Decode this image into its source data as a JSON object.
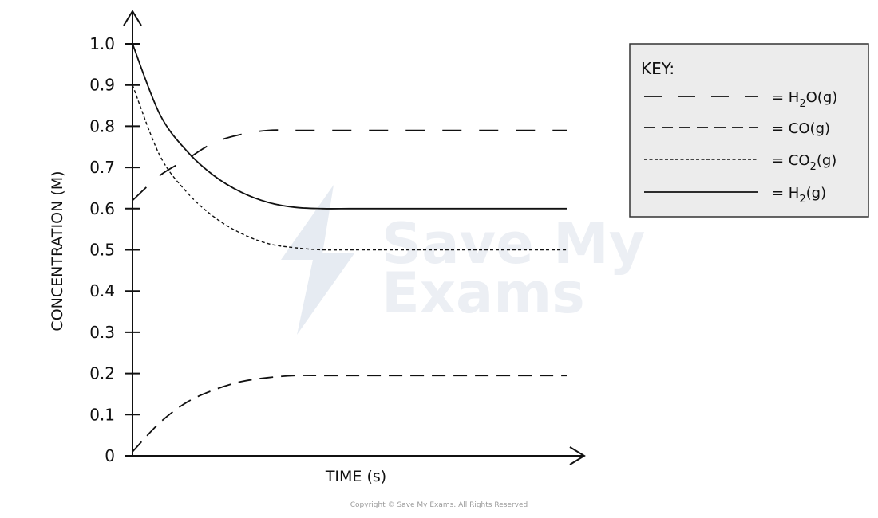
{
  "chart_data": {
    "type": "line",
    "title": "",
    "xlabel": "TIME (s)",
    "ylabel": "CONCENTRATION (M)",
    "ylim": [
      0,
      1.0
    ],
    "yticks": [
      "0",
      "0.1",
      "0.2",
      "0.3",
      "0.4",
      "0.5",
      "0.6",
      "0.7",
      "0.8",
      "0.9",
      "1.0"
    ],
    "grid": false,
    "legend": "top-right",
    "key_title": "KEY:",
    "x": [
      0,
      1,
      2,
      3,
      4,
      5,
      6,
      7,
      8,
      9,
      10,
      11,
      12,
      13,
      14,
      15,
      16
    ],
    "series": [
      {
        "key": "h2o",
        "label": "= H₂O(g)",
        "label_main": "= H",
        "label_sub": "2",
        "label_tail": "O(g)",
        "dash": "long",
        "values": [
          0.62,
          0.68,
          0.72,
          0.76,
          0.78,
          0.79,
          0.79,
          0.79,
          0.79,
          0.79,
          0.79,
          0.79,
          0.79,
          0.79,
          0.79,
          0.79,
          0.79
        ]
      },
      {
        "key": "co",
        "label": "= CO(g)",
        "label_main": "= CO(g)",
        "label_sub": "",
        "label_tail": "",
        "dash": "medium",
        "values": [
          0.01,
          0.08,
          0.13,
          0.16,
          0.18,
          0.19,
          0.195,
          0.195,
          0.195,
          0.195,
          0.195,
          0.195,
          0.195,
          0.195,
          0.195,
          0.195,
          0.195
        ]
      },
      {
        "key": "co2",
        "label": "= CO₂(g)",
        "label_main": "= CO",
        "label_sub": "2",
        "label_tail": "(g)",
        "dash": "short",
        "values": [
          0.9,
          0.73,
          0.64,
          0.58,
          0.54,
          0.515,
          0.505,
          0.5,
          0.5,
          0.5,
          0.5,
          0.5,
          0.5,
          0.5,
          0.5,
          0.5,
          0.5
        ]
      },
      {
        "key": "h2",
        "label": "= H₂(g)",
        "label_main": "= H",
        "label_sub": "2",
        "label_tail": "(g)",
        "dash": "solid",
        "values": [
          1.0,
          0.83,
          0.74,
          0.68,
          0.64,
          0.615,
          0.603,
          0.6,
          0.6,
          0.6,
          0.6,
          0.6,
          0.6,
          0.6,
          0.6,
          0.6,
          0.6
        ]
      }
    ]
  },
  "colors": {
    "line": "#111111",
    "key_background": "#ececec",
    "key_border": "#333333",
    "watermark": "#e6ebf2"
  },
  "watermark": {
    "line1": "Save My",
    "line2": "Exams"
  },
  "copyright": "Copyright © Save My Exams. All Rights Reserved"
}
